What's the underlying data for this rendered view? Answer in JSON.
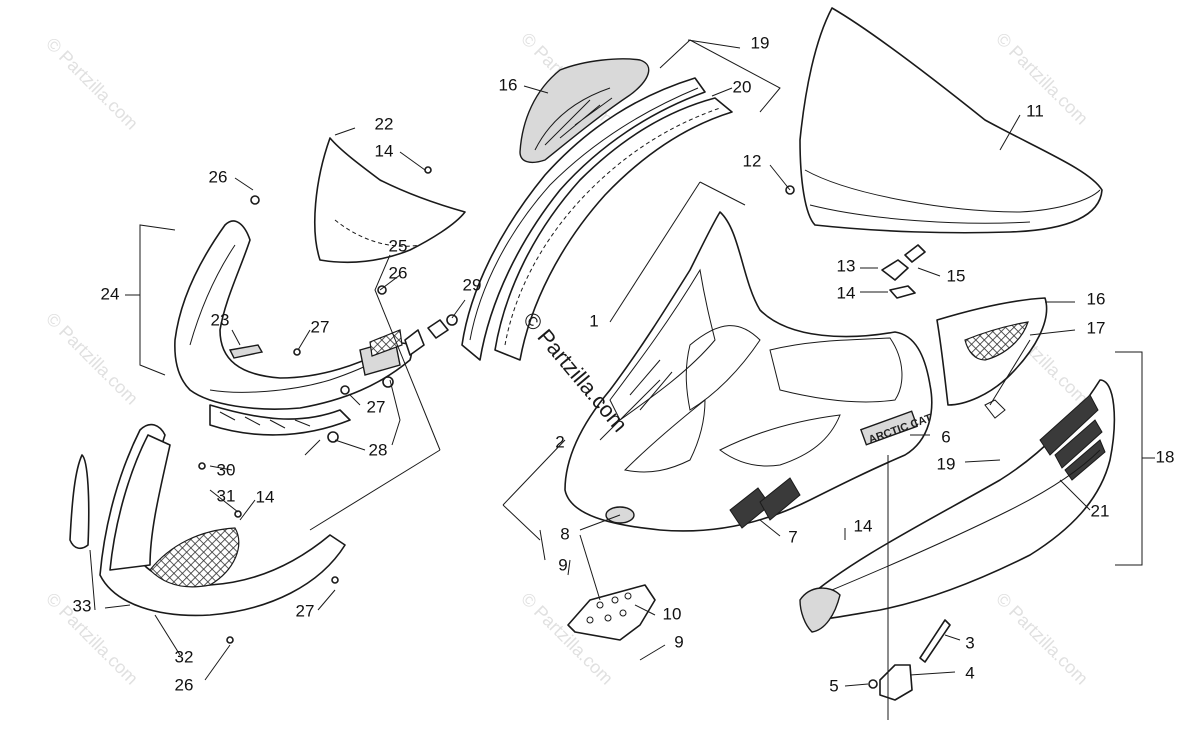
{
  "watermark": {
    "text": "© Partzilla.com",
    "center_text": "© Partzilla.com"
  },
  "hood_brand_text": "ARCTIC CAT",
  "callouts": {
    "c1": "1",
    "c2": "2",
    "c3": "3",
    "c4": "4",
    "c5": "5",
    "c6": "6",
    "c7": "7",
    "c8": "8",
    "c9a": "9",
    "c9b": "9",
    "c10": "10",
    "c11": "11",
    "c12": "12",
    "c13": "13",
    "c14a": "14",
    "c14b": "14",
    "c14c": "14",
    "c14d": "14",
    "c15": "15",
    "c16a": "16",
    "c16b": "16",
    "c17": "17",
    "c18": "18",
    "c19a": "19",
    "c19b": "19",
    "c20": "20",
    "c21": "21",
    "c22": "22",
    "c23": "23",
    "c24": "24",
    "c25": "25",
    "c26a": "26",
    "c26b": "26",
    "c26c": "26",
    "c27a": "27",
    "c27b": "27",
    "c27c": "27",
    "c28": "28",
    "c29": "29",
    "c30": "30",
    "c31": "31",
    "c32": "32",
    "c33": "33"
  }
}
